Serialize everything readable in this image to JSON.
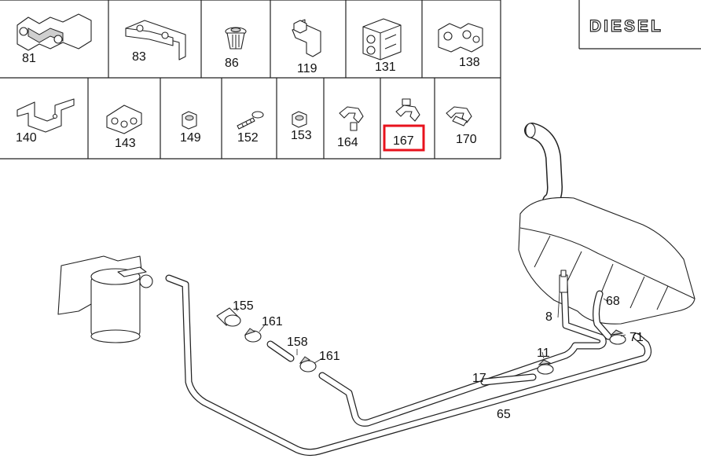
{
  "badge": {
    "text": "DIESEL"
  },
  "grid_row1": [
    "81",
    "83",
    "86",
    "119",
    "131",
    "138"
  ],
  "grid_row2": [
    "140",
    "143",
    "149",
    "152",
    "153",
    "164",
    "167",
    "170"
  ],
  "highlighted_part": "167",
  "highlight_color": "#e8121c",
  "callouts": {
    "c155": "155",
    "c161a": "161",
    "c158": "158",
    "c161b": "161",
    "c8": "8",
    "c68": "68",
    "c71": "71",
    "c11": "11",
    "c17": "17",
    "c65": "65"
  }
}
